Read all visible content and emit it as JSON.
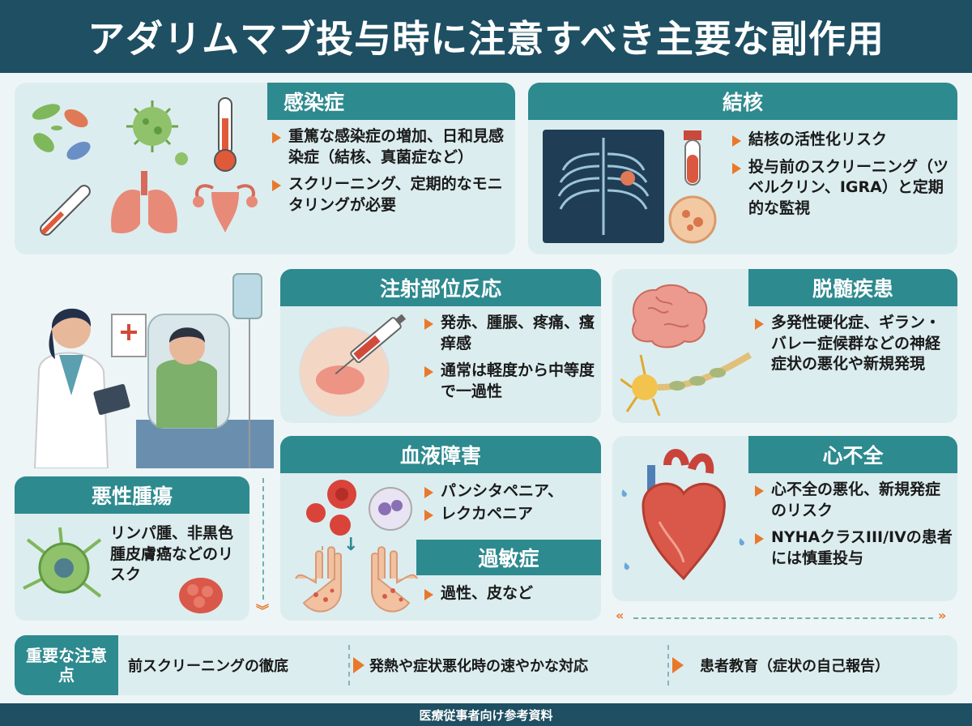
{
  "title": "アダリムマブ投与時に注意すべき主要な副作用",
  "footer": "医療従事者向け参考資料",
  "sections": {
    "infection": {
      "title": "感染症",
      "bullets": [
        "重篤な感染症の増加、日和見感染症（結核、真菌症など）",
        "スクリーニング、定期的なモニタリングが必要"
      ]
    },
    "tb": {
      "title": "結核",
      "bullets": [
        "結核の活性化リスク",
        "投与前のスクリーニング（ツベルクリン、IGRA）と定期的な監視"
      ]
    },
    "injection": {
      "title": "注射部位反応",
      "bullets": [
        "発赤、腫脹、疼痛、瘙痒感",
        "通常は軽度から中等度で一過性"
      ]
    },
    "demyelination": {
      "title": "脱髄疾患",
      "bullets": [
        "多発性硬化症、ギラン・バレー症候群などの神経症状の悪化や新規発現"
      ]
    },
    "malignancy": {
      "title": "悪性腫瘍",
      "text": "リンパ腫、非黒色腫皮膚癌などのリスク"
    },
    "blood": {
      "title": "血液障害",
      "bullets": [
        "パンシタペニア、",
        "レクカペニア"
      ]
    },
    "hypersensitivity": {
      "title": "過敏症",
      "bullets": [
        "過性、皮など"
      ]
    },
    "heart": {
      "title": "心不全",
      "bullets": [
        "心不全の悪化、新規発症のリスク",
        "NYHAクラスIII/IVの患者には慎重投与"
      ]
    }
  },
  "key_points": {
    "label": "重要な注意点",
    "items": [
      "前スクリーニングの徹底",
      "発熱や症状悪化時の速やかな対応",
      "患者教育（症状の自己報告）"
    ]
  },
  "colors": {
    "header": "#1e4f63",
    "teal": "#2d8a8f",
    "card": "#dcedef",
    "accent": "#e8792b"
  },
  "icons": [
    "bacteria-icon",
    "virus-icon",
    "thermometer-icon",
    "lungs-icon",
    "uterus-icon",
    "xray-icon",
    "blood-tube-icon",
    "syringe-icon",
    "brain-icon",
    "neuron-icon",
    "cancer-cell-icon",
    "blood-cell-icon",
    "hand-rash-icon",
    "heart-icon",
    "doctor-patient-icon"
  ]
}
